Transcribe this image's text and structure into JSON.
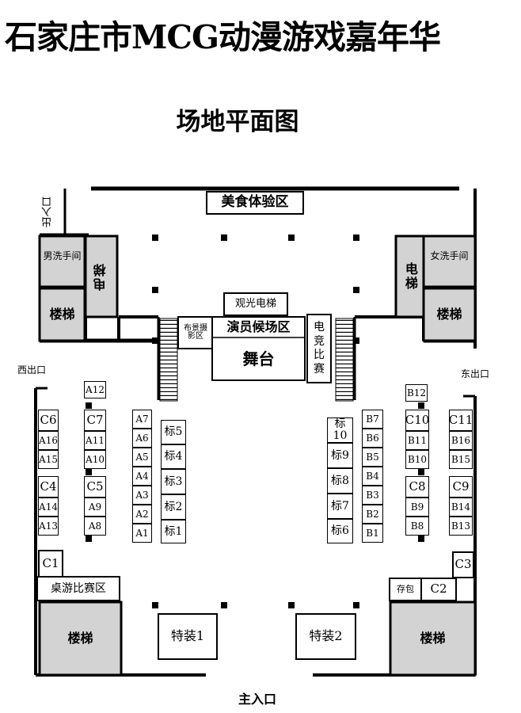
{
  "title": "石家庄市MCG动漫游戏嘉年华",
  "subtitle": "场地平面图",
  "zones": {
    "food": "美食体验区",
    "restroom_male": "男洗手间",
    "restroom_female": "女洗手间",
    "elevator": "电梯",
    "stairs": "楼梯",
    "sightseeing_elevator": "观光电梯",
    "backdrop_photo": "布景摄影区",
    "waiting": "演员候场区",
    "stage": "舞台",
    "esports": "电竞比赛",
    "board_game": "桌游比赛区",
    "bag_storage": "存包",
    "special1": "特装1",
    "special2": "特装2"
  },
  "entrances": {
    "top_left": "出入口",
    "west": "西出口",
    "east": "东出口",
    "main": "主入口"
  },
  "booths": {
    "C6": "C6",
    "A16": "A16",
    "A15": "A15",
    "C4": "C4",
    "A14": "A14",
    "A13": "A13",
    "C1": "C1",
    "A12": "A12",
    "C7": "C7",
    "A11": "A11",
    "A10": "A10",
    "C5": "C5",
    "A9": "A9",
    "A8": "A8",
    "A7": "A7",
    "A6": "A6",
    "A5": "A5",
    "A4": "A4",
    "A3": "A3",
    "A2": "A2",
    "A1": "A1",
    "S5": "标5",
    "S4": "标4",
    "S3": "标3",
    "S2": "标2",
    "S1": "标1",
    "S10": "标10",
    "S9": "标9",
    "S8": "标8",
    "S7": "标7",
    "S6": "标6",
    "B7": "B7",
    "B6": "B6",
    "B5": "B5",
    "B4": "B4",
    "B3": "B3",
    "B2": "B2",
    "B1": "B1",
    "B12": "B12",
    "C10": "C10",
    "B11": "B11",
    "B10": "B10",
    "C8": "C8",
    "B9": "B9",
    "B8": "B8",
    "C11": "C11",
    "B16": "B16",
    "B15": "B15",
    "C9": "C9",
    "B14": "B14",
    "B13": "B13",
    "C3": "C3",
    "C2": "C2"
  }
}
